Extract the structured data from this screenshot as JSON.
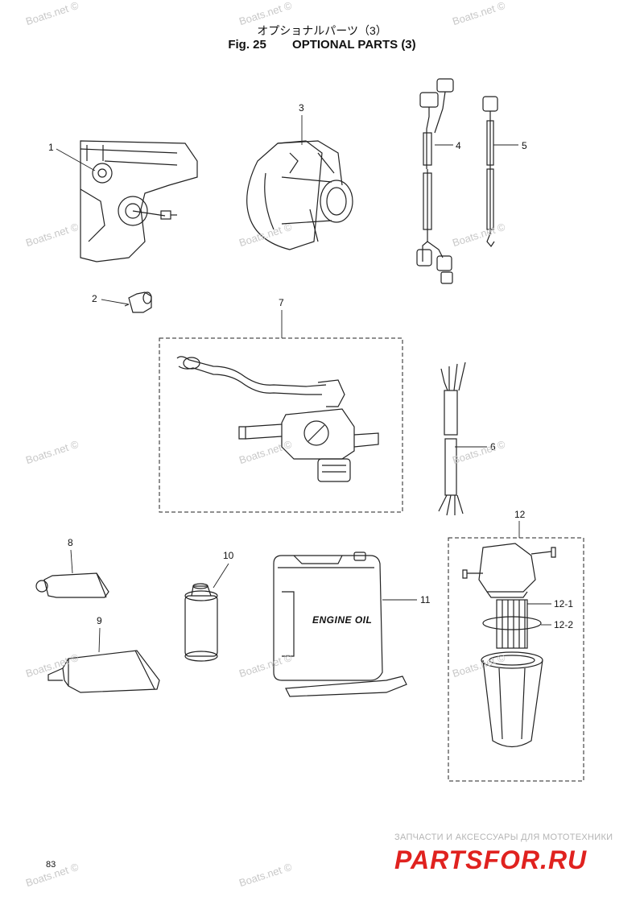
{
  "header": {
    "title_jp": "オプショナルパーツ（3）",
    "fig_label": "Fig. 25",
    "title_en": "OPTIONAL PARTS (3)"
  },
  "callouts": [
    "1",
    "2",
    "3",
    "4",
    "5",
    "6",
    "7",
    "8",
    "9",
    "10",
    "11",
    "12",
    "12-1",
    "12-2"
  ],
  "container_label": "ENGINE OIL",
  "watermark": "Boats.net ©",
  "page_number": "83",
  "banner": {
    "top_text": "ЗАПЧАСТИ И АКСЕССУАРЫ ДЛЯ МОТОТЕХНИКИ",
    "logo_text": "PARTSFOR.RU"
  }
}
